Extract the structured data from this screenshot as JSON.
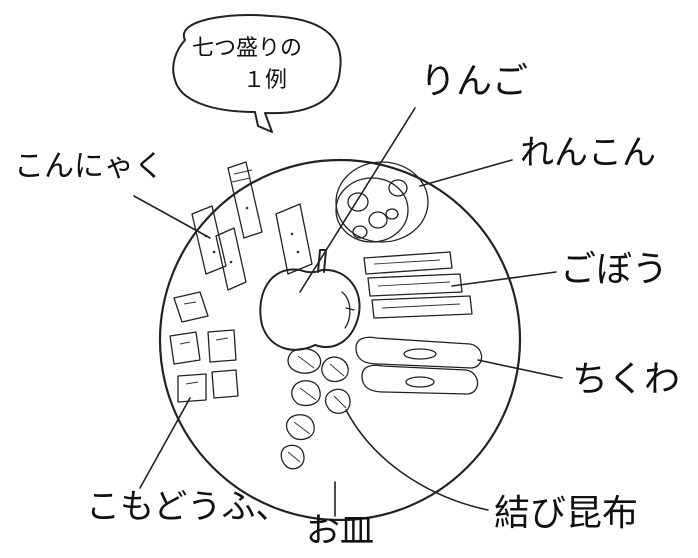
{
  "title_bubble": {
    "line1": "七つ盛りの",
    "line2": "１例"
  },
  "labels": {
    "apple": "りんご",
    "lotus_root": "れんこん",
    "burdock": "ごぼう",
    "chikuwa": "ちくわ",
    "konbu": "結び昆布",
    "plate": "お皿",
    "koya_tofu": "こもどうふ、",
    "konnyaku": "こんにゃく"
  },
  "colors": {
    "ink": "#222222",
    "paper": "#ffffff"
  }
}
